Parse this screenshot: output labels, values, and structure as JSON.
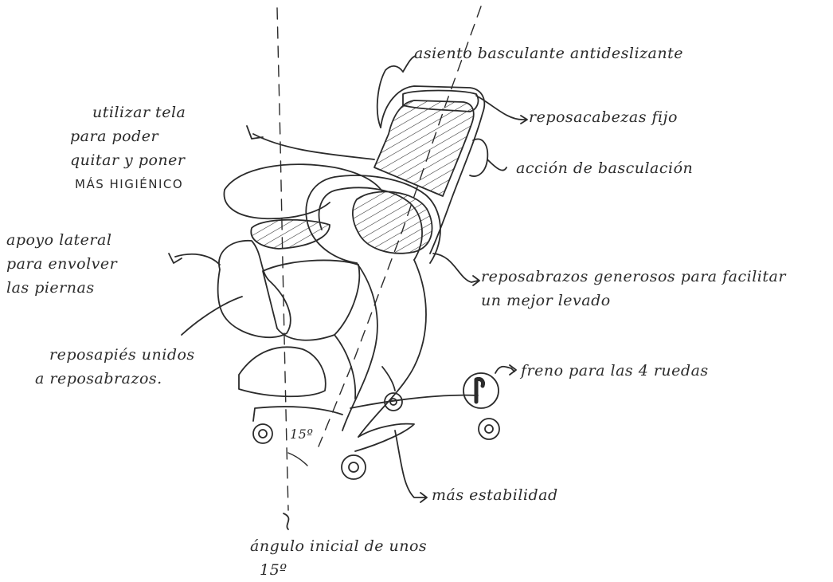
{
  "annotations": {
    "asiento": "asiento basculante antideslizante",
    "reposacabezas": "reposacabezas fijo",
    "accion": "acción de basculación",
    "tela_lines": [
      "utilizar tela",
      "para poder",
      "quitar y poner"
    ],
    "tela_caps": "MÁS HIGIÉNICO",
    "apoyo_lines": [
      "apoyo lateral",
      "para envolver",
      "las piernas"
    ],
    "reposapies_lines": [
      "reposapiés unidos",
      "a reposabrazos."
    ],
    "reposabrazos_lines": [
      "reposabrazos generosos para facilitar",
      "un mejor levado"
    ],
    "freno": "freno para las 4 ruedas",
    "estabilidad": "más estabilidad",
    "angulo_lines": [
      "ángulo inicial de unos",
      "15º"
    ],
    "angle_small": "15º"
  },
  "colors": {
    "ink": "#2b2b2b",
    "paper": "#ffffff"
  }
}
